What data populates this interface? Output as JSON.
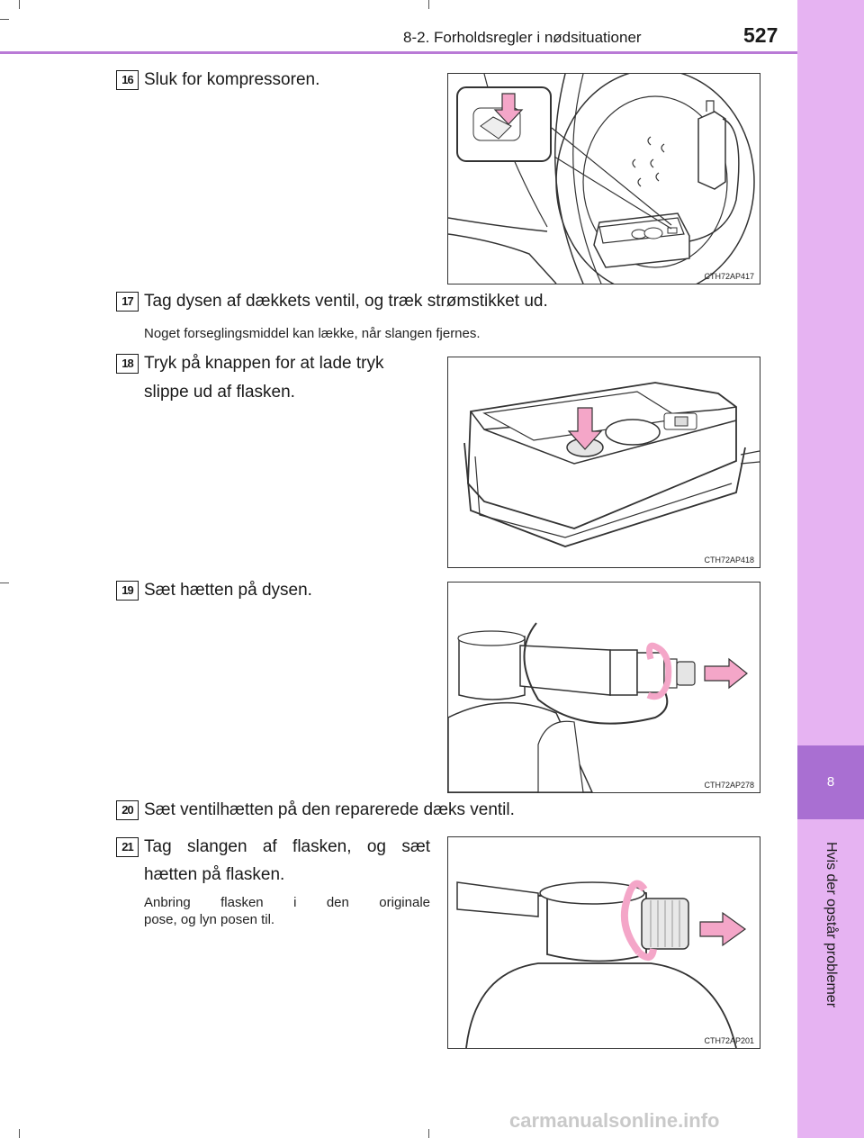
{
  "header": {
    "section": "8-2. Forholdsregler i nødsituationer",
    "page_number": "527"
  },
  "side_tab": {
    "chapter": "8",
    "label": "Hvis der opstår problemer",
    "color": "#e6b3f2",
    "chapter_color": "#a96fd2"
  },
  "steps": [
    {
      "num": "16",
      "text": "Sluk for kompressoren.",
      "figure": "CTH72AP417"
    },
    {
      "num": "17",
      "text": "Tag dysen af dækkets ventil, og træk strømstikket ud.",
      "note": "Noget forseglingsmiddel kan lække, når slangen fjernes."
    },
    {
      "num": "18",
      "text_line1": "Tryk på knappen for at lade tryk",
      "text_line2": "slippe ud af flasken.",
      "figure": "CTH72AP418"
    },
    {
      "num": "19",
      "text": "Sæt hætten på dysen.",
      "figure": "CTH72AP278"
    },
    {
      "num": "20",
      "text": "Sæt ventilhætten på den reparerede dæks ventil."
    },
    {
      "num": "21",
      "text_line1": "Tag slangen af flasken, og sæt",
      "text_line2": "hætten på flasken.",
      "note_line1": "Anbring flasken i den originale",
      "note_line2": "pose, og lyn posen til.",
      "figure": "CTH72AP201"
    }
  ],
  "watermark": "carmanualsonline.info",
  "colors": {
    "accent": "#b97ad6",
    "arrow_pink": "#f4a6c8"
  }
}
